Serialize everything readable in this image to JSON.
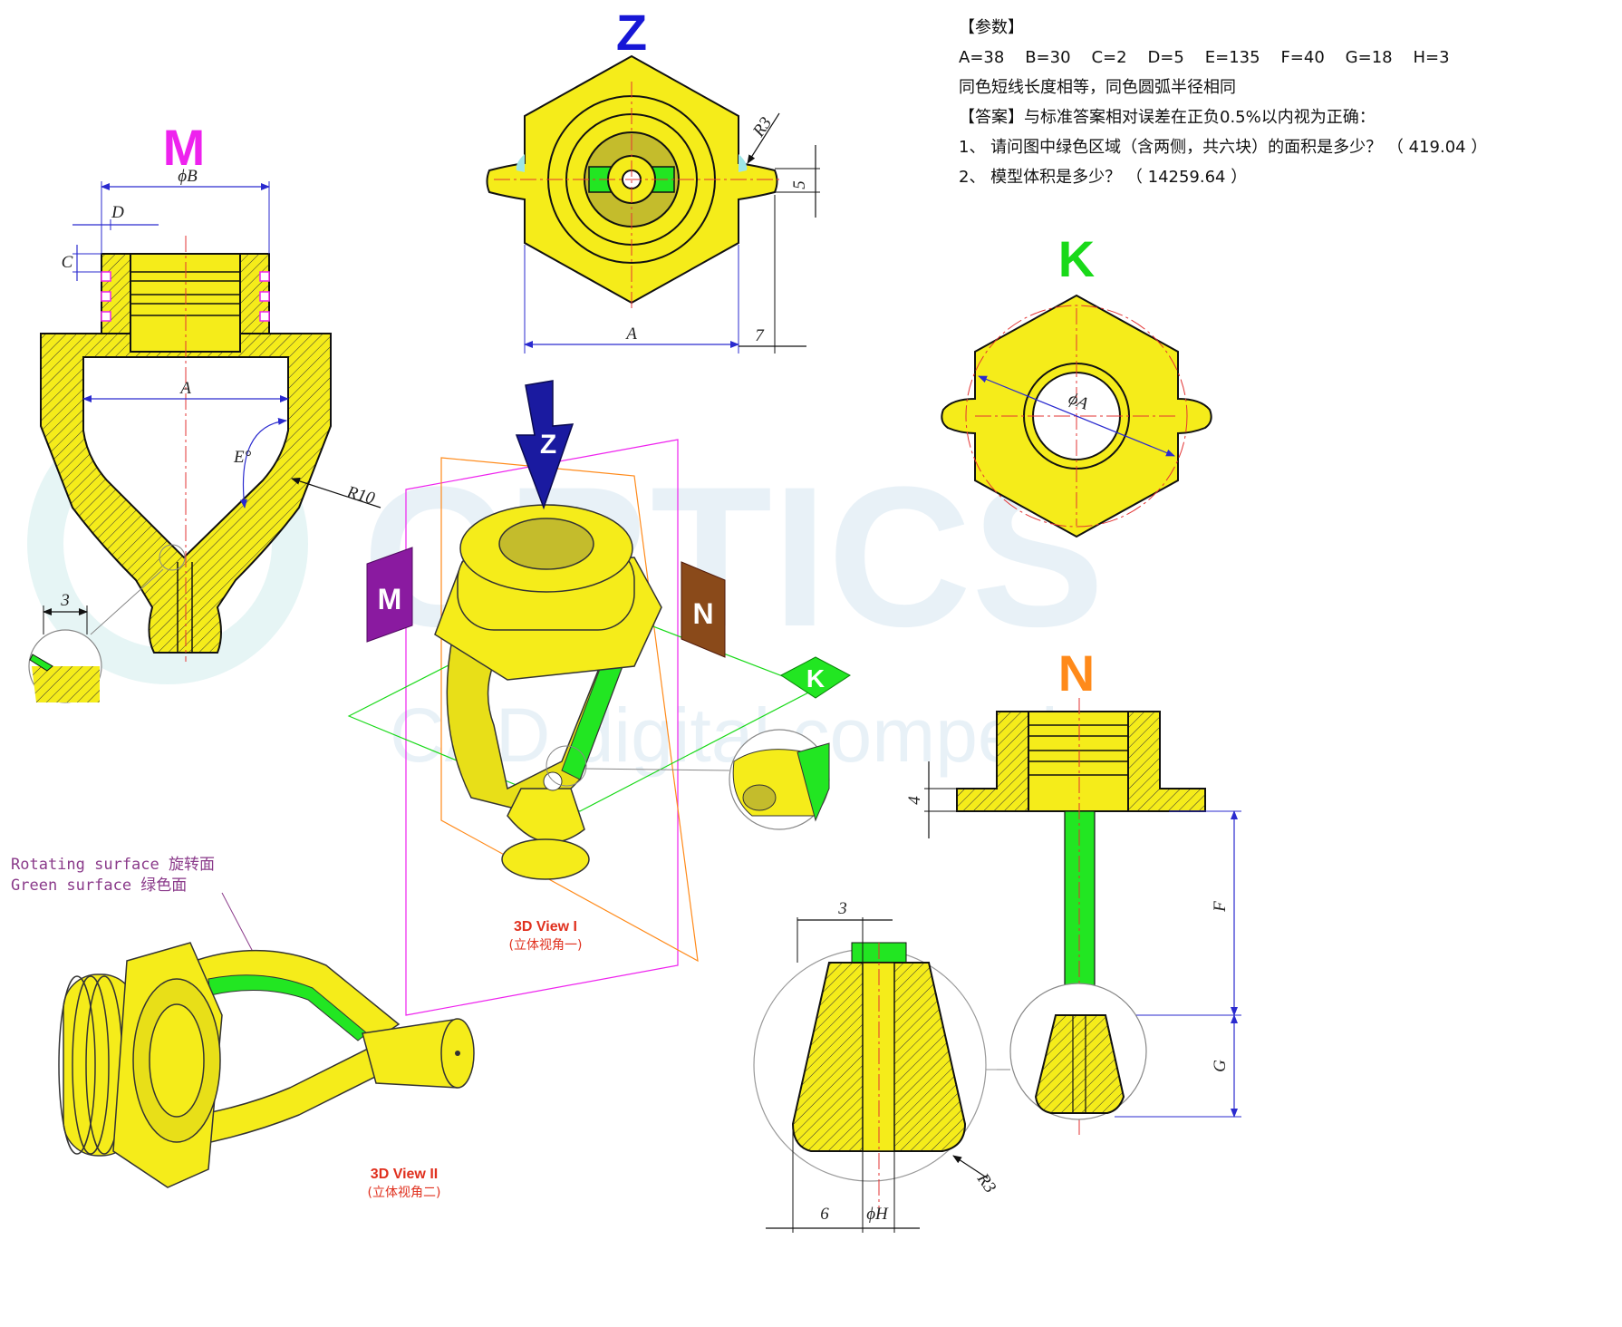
{
  "params": {
    "header": "【参数】",
    "values": [
      {
        "text": "A=38"
      },
      {
        "text": "B=30"
      },
      {
        "text": "C=2"
      },
      {
        "text": "D=5"
      },
      {
        "text": "E=135"
      },
      {
        "text": "F=40"
      },
      {
        "text": "G=18"
      },
      {
        "text": "H=3"
      }
    ],
    "rule": "同色短线长度相等，同色圆弧半径相同",
    "answer_header": "【答案】与标准答案相对误差在正负0.5%以内视为正确：",
    "q1": "1、 请问图中绿色区域（含两侧，共六块）的面积是多少？ （ 419.04 ）",
    "q2": "2、 模型体积是多少？ （ 14259.64 ）"
  },
  "views": {
    "m": "M",
    "z": "Z",
    "k": "K",
    "n": "N"
  },
  "dims": {
    "phiB": "ϕB",
    "D": "D",
    "C": "C",
    "A": "A",
    "E": "E°",
    "R10": "R10",
    "three": "3",
    "R3": "R3",
    "five": "5",
    "seven": "7",
    "phiA": "ϕA",
    "four": "4",
    "F": "F",
    "G": "G",
    "six": "6",
    "phiH": "ϕH"
  },
  "notes": {
    "rotating": "Rotating surface 旋转面",
    "green": "Green surface 绿色面"
  },
  "captions": {
    "v1": "3D View I",
    "v1cn": "(立体视角一)",
    "v2": "3D View II",
    "v2cn": "(立体视角二)"
  },
  "watermark": {
    "brand": "CRTICS",
    "sub": "CAD digital competitor"
  },
  "colors": {
    "body": "#f5ec1a",
    "green": "#22e622",
    "outline": "#111111",
    "z": "#1717d6",
    "m": "#ee22ee",
    "k": "#19d919",
    "n": "#ff8a1a",
    "dim": "#2a2acf",
    "center": "#e33333"
  }
}
